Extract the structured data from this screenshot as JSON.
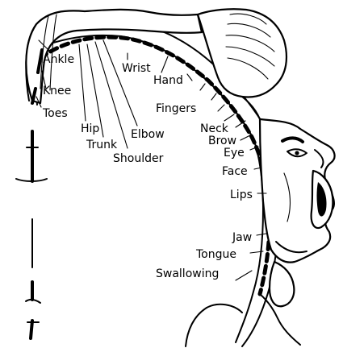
{
  "labels": {
    "ankle": "Ankle",
    "knee": "Knee",
    "toes": "Toes",
    "hip": "Hip",
    "trunk": "Trunk",
    "shoulder": "Shoulder",
    "elbow": "Elbow",
    "wrist": "Wrist",
    "hand": "Hand",
    "fingers": "Fingers",
    "neck": "Neck",
    "brow": "Brow",
    "eye": "Eye",
    "face": "Face",
    "lips": "Lips",
    "jaw": "Jaw",
    "tongue": "Tongue",
    "swallowing": "Swallowing"
  }
}
